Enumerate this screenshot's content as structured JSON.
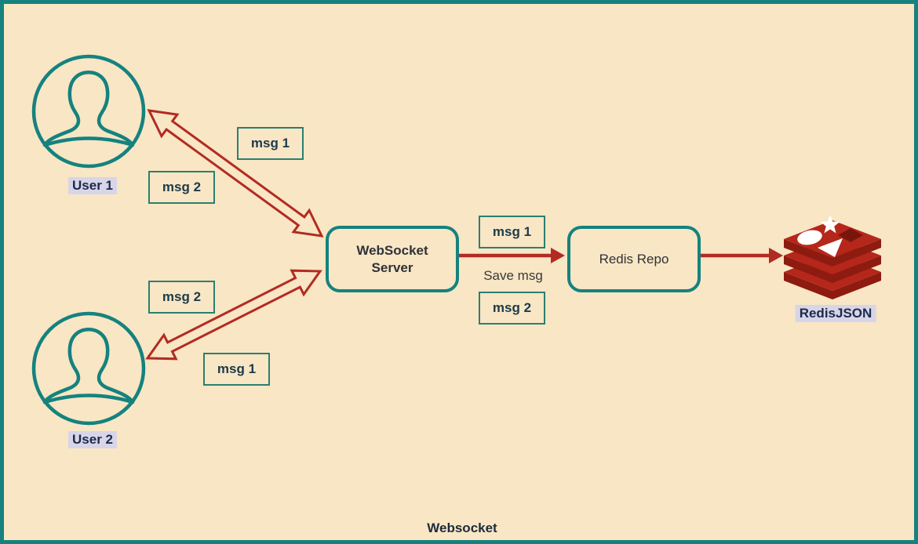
{
  "diagram": {
    "caption": "Websocket",
    "nodes": {
      "user1": {
        "label": "User 1"
      },
      "user2": {
        "label": "User 2"
      },
      "server": {
        "label": "WebSocket Server"
      },
      "repo": {
        "label": "Redis Repo"
      },
      "redis": {
        "label": "RedisJSON"
      }
    },
    "messages": {
      "u1_msg1": "msg 1",
      "u1_msg2": "msg 2",
      "u2_msg2": "msg 2",
      "u2_msg1": "msg 1",
      "srv_msg1": "msg 1",
      "srv_msg2": "msg 2",
      "save_msg": "Save msg"
    },
    "colors": {
      "background": "#F8E6C5",
      "frame_teal": "#15827E",
      "box_border_teal": "#2B7F70",
      "arrow_red": "#B22B22",
      "label_highlight": "#D8D5E9",
      "label_text_navy": "#1B2A4A",
      "msg_text": "#1D3A49",
      "redis_red_face": "#B5271B",
      "redis_red_side": "#8E1B10",
      "redis_red_hole": "#7A150C"
    }
  }
}
